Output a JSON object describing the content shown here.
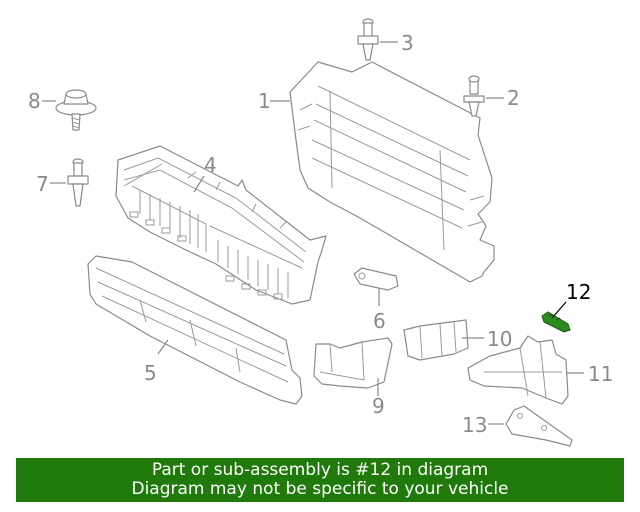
{
  "diagram": {
    "callouts": {
      "c1": "1",
      "c2": "2",
      "c3": "3",
      "c4": "4",
      "c5": "5",
      "c6": "6",
      "c7": "7",
      "c8": "8",
      "c9": "9",
      "c10": "10",
      "c11": "11",
      "c12": "12",
      "c13": "13"
    },
    "highlighted_part": "12",
    "colors": {
      "line": "#8a8a8a",
      "highlight_part": "#2e8b1e",
      "highlight_label": "#000000",
      "banner": "#1f7a0b"
    }
  },
  "banner": {
    "line1": "Part or sub-assembly is #12 in diagram",
    "line2": "Diagram may not be specific to your vehicle"
  }
}
